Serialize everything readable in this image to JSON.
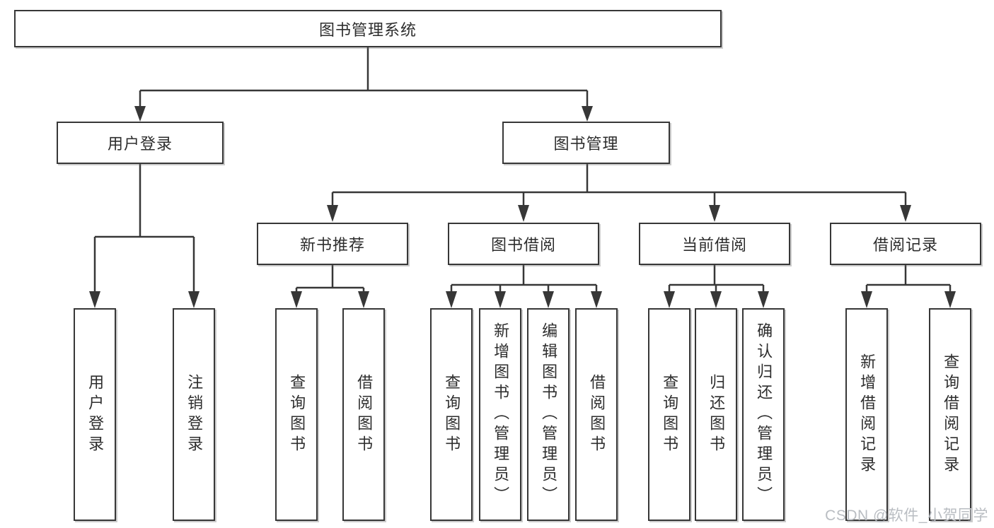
{
  "tree": {
    "root": {
      "label": "图书管理系统"
    },
    "branches": [
      {
        "label": "用户登录",
        "children": [
          {
            "label": "用户登录"
          },
          {
            "label": "注销登录"
          }
        ]
      },
      {
        "label": "图书管理",
        "children": [
          {
            "label": "新书推荐",
            "children": [
              {
                "label": "查询图书"
              },
              {
                "label": "借阅图书"
              }
            ]
          },
          {
            "label": "图书借阅",
            "children": [
              {
                "label": "查询图书"
              },
              {
                "label": "新增图书（管理员）"
              },
              {
                "label": "编辑图书（管理员）"
              },
              {
                "label": "借阅图书"
              }
            ]
          },
          {
            "label": "当前借阅",
            "children": [
              {
                "label": "查询图书"
              },
              {
                "label": "归还图书"
              },
              {
                "label": "确认归还（管理员）"
              }
            ]
          },
          {
            "label": "借阅记录",
            "children": [
              {
                "label": "新增借阅记录"
              },
              {
                "label": "查询借阅记录"
              }
            ]
          }
        ]
      }
    ]
  },
  "watermark": {
    "text": "CSDN @软件_小贺同学"
  },
  "colors": {
    "line": "#373737",
    "box_border": "#373737",
    "text": "#2d2d2d",
    "watermark": "#b9bdc2",
    "background": "#ffffff"
  }
}
